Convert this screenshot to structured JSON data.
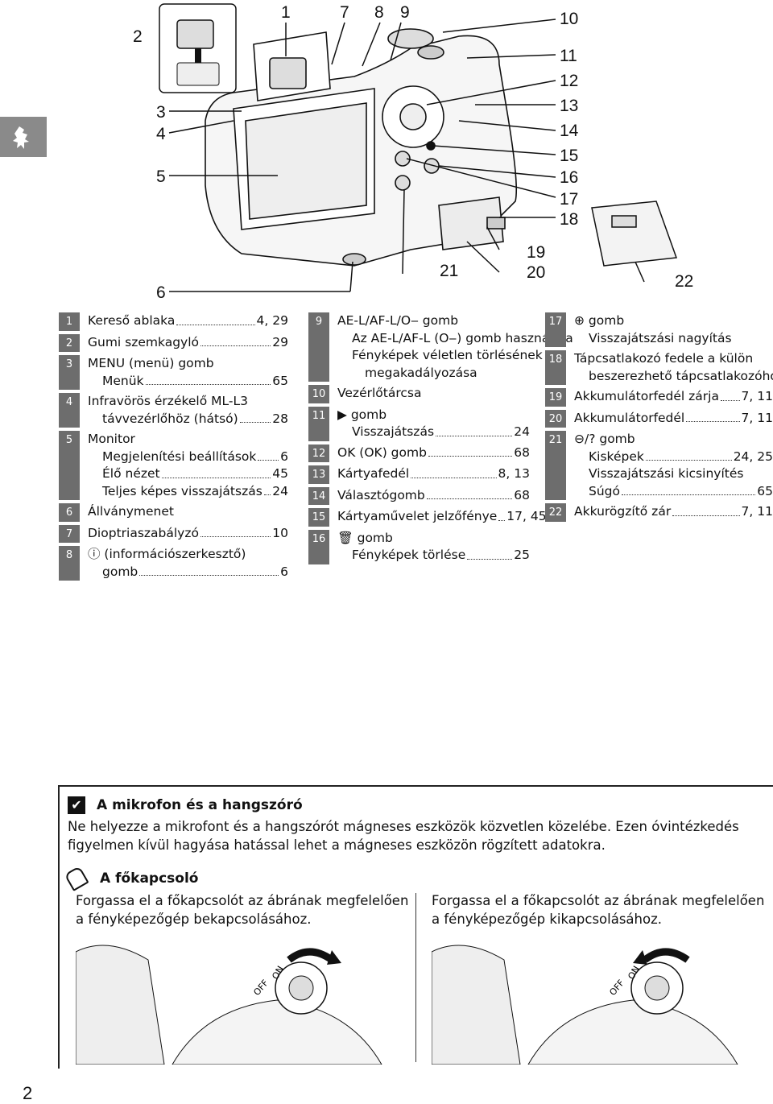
{
  "callouts": {
    "c1": "1",
    "c2": "2",
    "c3": "3",
    "c4": "4",
    "c5": "5",
    "c6": "6",
    "c7": "7",
    "c8": "8",
    "c9": "9",
    "c10": "10",
    "c11": "11",
    "c12": "12",
    "c13": "13",
    "c14": "14",
    "c15": "15",
    "c16": "16",
    "c17": "17",
    "c18": "18",
    "c19": "19",
    "c20": "20",
    "c21": "21",
    "c22": "22"
  },
  "col1": [
    {
      "num": "1",
      "lines": [
        {
          "t": "Kereső ablaka",
          "p": "4, 29"
        }
      ]
    },
    {
      "num": "2",
      "lines": [
        {
          "t": "Gumi szemkagyló",
          "p": "29"
        }
      ]
    },
    {
      "num": "3",
      "lines": [
        {
          "t": "MENU (menü) gomb"
        },
        {
          "t": "Menük",
          "p": "65",
          "sub": true
        }
      ]
    },
    {
      "num": "4",
      "lines": [
        {
          "t": "Infravörös érzékelő ML-L3"
        },
        {
          "t": "távvezérlőhöz (hátsó)",
          "p": "28",
          "sub": true
        }
      ]
    },
    {
      "num": "5",
      "lines": [
        {
          "t": "Monitor"
        },
        {
          "t": "Megjelenítési beállítások",
          "p": "6",
          "sub": true
        },
        {
          "t": "Élő nézet",
          "p": "45",
          "sub": true
        },
        {
          "t": "Teljes képes visszajátszás",
          "p": "24",
          "sub": true
        }
      ]
    },
    {
      "num": "6",
      "lines": [
        {
          "t": "Állványmenet"
        }
      ]
    },
    {
      "num": "7",
      "lines": [
        {
          "t": "Dioptriaszabályzó",
          "p": "10"
        }
      ]
    },
    {
      "num": "8",
      "lines": [
        {
          "t": "ⓘ (információszerkesztő)"
        },
        {
          "t": "gomb",
          "p": "6",
          "sub": true
        }
      ]
    }
  ],
  "col2": [
    {
      "num": "9",
      "lines": [
        {
          "t": "AE-L/AF-L/O‒ gomb"
        },
        {
          "t": "Az AE-L/AF-L (O‒) gomb használata",
          "sub": true
        },
        {
          "t": "Fényképek véletlen törlésének",
          "sub": true
        },
        {
          "t": "megakadályozása",
          "sub": true,
          "indent": true
        }
      ]
    },
    {
      "num": "10",
      "lines": [
        {
          "t": "Vezérlőtárcsa"
        }
      ]
    },
    {
      "num": "11",
      "lines": [
        {
          "t": "▶ gomb"
        },
        {
          "t": "Visszajátszás",
          "p": "24",
          "sub": true
        }
      ]
    },
    {
      "num": "12",
      "lines": [
        {
          "t": "OK (OK) gomb",
          "p": "68"
        }
      ]
    },
    {
      "num": "13",
      "lines": [
        {
          "t": "Kártyafedél",
          "p": "8, 13"
        }
      ]
    },
    {
      "num": "14",
      "lines": [
        {
          "t": "Választógomb",
          "p": "68"
        }
      ]
    },
    {
      "num": "15",
      "lines": [
        {
          "t": "Kártyaművelet jelzőfénye",
          "p": "17, 45"
        }
      ]
    },
    {
      "num": "16",
      "lines": [
        {
          "t": "🗑 gomb"
        },
        {
          "t": "Fényképek törlése",
          "p": "25",
          "sub": true
        }
      ]
    }
  ],
  "col3": [
    {
      "num": "17",
      "lines": [
        {
          "t": "⊕ gomb"
        },
        {
          "t": "Visszajátszási nagyítás",
          "sub": true
        }
      ]
    },
    {
      "num": "18",
      "lines": [
        {
          "t": "Tápcsatlakozó fedele a külön"
        },
        {
          "t": "beszerezhető tápcsatlakozóhoz",
          "sub": true
        }
      ]
    },
    {
      "num": "19",
      "lines": [
        {
          "t": "Akkumulátorfedél zárja",
          "p": "7, 11"
        }
      ]
    },
    {
      "num": "20",
      "lines": [
        {
          "t": "Akkumulátorfedél",
          "p": "7, 11"
        }
      ]
    },
    {
      "num": "21",
      "lines": [
        {
          "t": "⊖/? gomb"
        },
        {
          "t": "Kisképek",
          "p": "24, 25",
          "sub": true
        },
        {
          "t": "Visszajátszási kicsinyítés",
          "sub": true
        },
        {
          "t": "Súgó",
          "p": "65",
          "sub": true
        }
      ]
    },
    {
      "num": "22",
      "lines": [
        {
          "t": "Akkurögzítő zár",
          "p": "7, 11"
        }
      ]
    }
  ],
  "notes": {
    "mic": {
      "title": "A mikrofon és a hangszóró",
      "text": "Ne helyezze a mikrofont és a hangszórót mágneses eszközök közvetlen közelébe. Ezen óvintézkedés figyelmen kívül hagyása hatással lehet a mágneses eszközön rögzített adatokra."
    },
    "power": {
      "title": "A főkapcsoló",
      "left": "Forgassa el a főkapcsolót az ábrának megfelelően a fényképezőgép bekapcsolásához.",
      "right": "Forgassa el a főkapcsolót az ábrának megfelelően a fényképezőgép kikapcsolásához.",
      "off": "OFF",
      "on": "ON"
    }
  },
  "page_number": "2"
}
